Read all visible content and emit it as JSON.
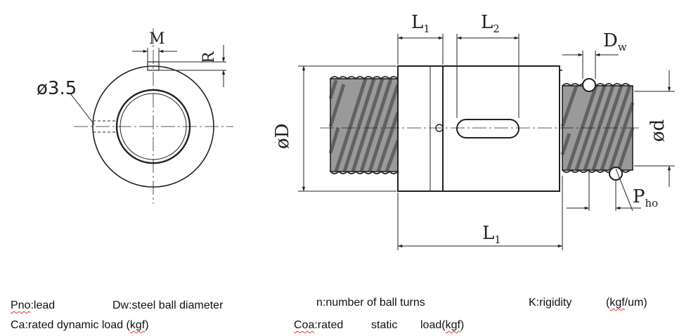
{
  "end_view": {
    "label_M": "M",
    "label_R": "R",
    "label_hole": "ø3.5"
  },
  "side_view": {
    "label_L1_top": "L",
    "label_L1_top_sub": "1",
    "label_L2": "L",
    "label_L2_sub": "2",
    "label_Dw": "D",
    "label_Dw_sub": "w",
    "label_D": "øD",
    "label_d": "ød",
    "label_Pho": "P",
    "label_Pho_sub": "ho",
    "label_L1_bottom": "L",
    "label_L1_bottom_sub": "1"
  },
  "legend": {
    "row1": [
      {
        "pre": "",
        "wavy": "Pno",
        "post": ":lead"
      },
      {
        "pre": "Dw:steel ball diameter",
        "wavy": "",
        "post": ""
      },
      {
        "pre": "n:number of ball turns",
        "wavy": "",
        "post": ""
      },
      {
        "pre": "K:rigidity",
        "wavy": "",
        "post": ""
      },
      {
        "pre": "(",
        "wavy": "kgf",
        "post": "/um)"
      }
    ],
    "row2": [
      {
        "pre": "Ca:rated dynamic load (",
        "wavy": "kgf",
        "post": ")"
      },
      {
        "pre": "",
        "wavy": "Coa",
        "post": ":rated"
      },
      {
        "pre": "static",
        "wavy": "",
        "post": ""
      },
      {
        "pre": "load(",
        "wavy": "kgf",
        "post": ")"
      }
    ]
  },
  "colors": {
    "line": "#222222",
    "text": "#111111",
    "squiggle": "#dd3333"
  }
}
